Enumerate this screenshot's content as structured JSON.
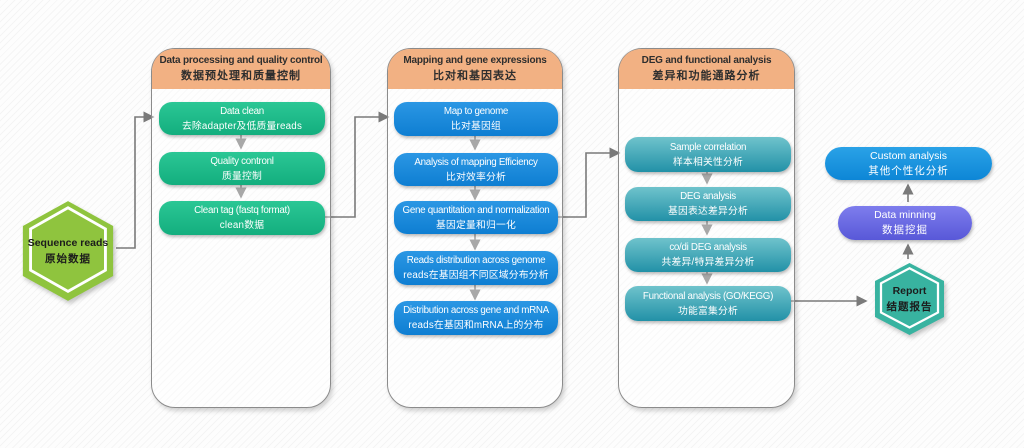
{
  "start_node": {
    "label_en": "Sequence reads",
    "label_zh": "原始数据",
    "color": "#8fc43e"
  },
  "columns": [
    {
      "header_en": "Data processing and quality control",
      "header_zh": "数据预处理和质量控制",
      "accent": "#1fbf8d",
      "boxes": [
        {
          "en": "Data clean",
          "zh": "去除adapter及低质量reads"
        },
        {
          "en": "Quality contronl",
          "zh": "质量控制"
        },
        {
          "en": "Clean tag (fastq format)",
          "zh": "clean数据"
        }
      ]
    },
    {
      "header_en": "Mapping and gene expressions",
      "header_zh": "比对和基因表达",
      "accent": "#1486dc",
      "boxes": [
        {
          "en": "Map to genome",
          "zh": "比对基因组"
        },
        {
          "en": "Analysis of mapping Efficiency",
          "zh": "比对效率分析"
        },
        {
          "en": "Gene quantitation and normalization",
          "zh": "基因定量和归一化"
        },
        {
          "en": "Reads distribution across genome",
          "zh": "reads在基因组不同区域分布分析"
        },
        {
          "en": "Distribution across gene and mRNA",
          "zh": "reads在基因和mRNA上的分布"
        }
      ]
    },
    {
      "header_en": "DEG and functional analysis",
      "header_zh": "差异和功能通路分析",
      "accent": "#2d9fae",
      "boxes": [
        {
          "en": "Sample correlation",
          "zh": "样本相关性分析"
        },
        {
          "en": "DEG analysis",
          "zh": "基因表达差异分析"
        },
        {
          "en": "co/di DEG analysis",
          "zh": "共差异/特异差异分析"
        },
        {
          "en": "Functional analysis (GO/KEGG)",
          "zh": "功能富集分析"
        }
      ]
    }
  ],
  "right_nodes": {
    "custom_analysis": {
      "en": "Custom analysis",
      "zh": "其他个性化分析",
      "color": "#1a96e0"
    },
    "data_mining": {
      "en": "Data minning",
      "zh": "数据挖掘",
      "color": "#6b6ae4"
    },
    "report": {
      "en": "Report",
      "zh": "结题报告",
      "color": "#38b3a0"
    }
  },
  "colors": {
    "header_bg": "#f2b183",
    "connector": "#7a7a7a",
    "green_box": "#1fbf8d",
    "blue_box": "#1486dc",
    "teal_box": "#2d9fae",
    "start_hex": "#8fc43e",
    "report_hex": "#38b3a0"
  }
}
